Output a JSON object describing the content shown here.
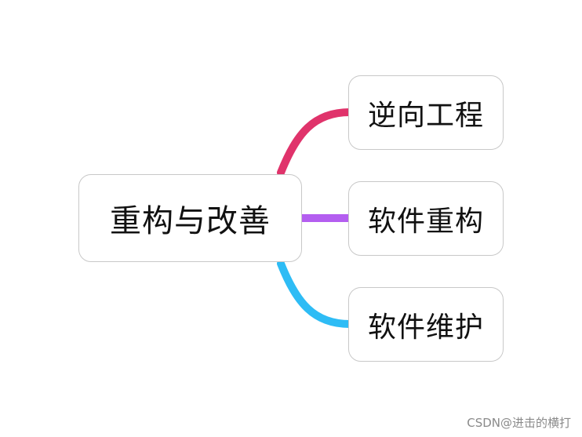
{
  "mindmap": {
    "root": {
      "label": "重构与改善"
    },
    "branches": [
      {
        "label": "逆向工程",
        "color": "#e0336b"
      },
      {
        "label": "软件重构",
        "color": "#b45ef0"
      },
      {
        "label": "软件维护",
        "color": "#2ebcf5"
      }
    ]
  },
  "watermark": "CSDN@进击的横打"
}
